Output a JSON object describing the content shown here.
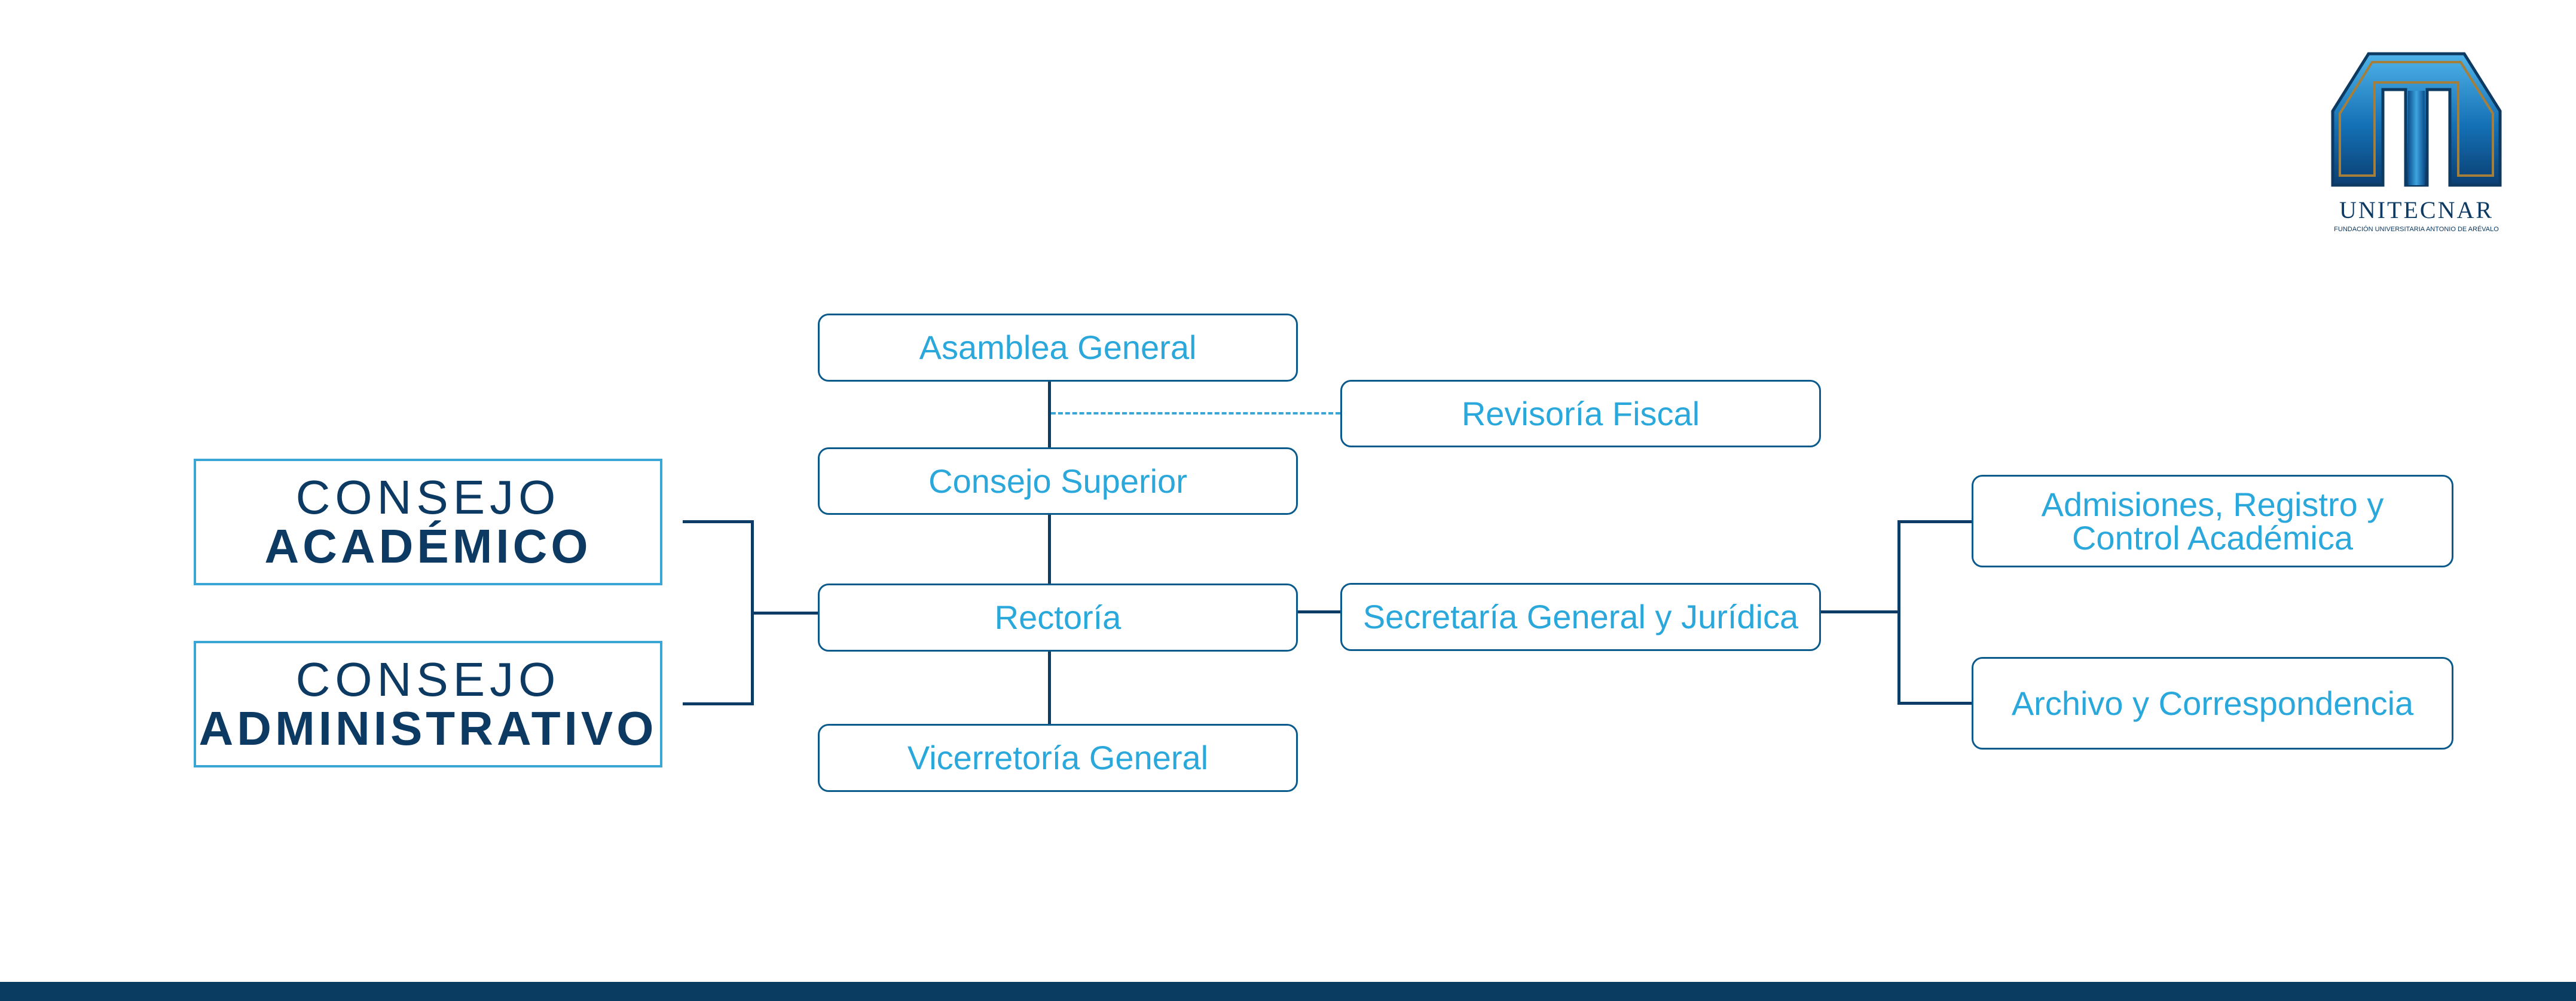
{
  "logo": {
    "name": "UNITECNAR",
    "subtitle": "FUNDACIÓN UNIVERSITARIA ANTONIO DE ARÉVALO",
    "colors": {
      "primary": "#0c3a63",
      "accent": "#1a8fd0"
    }
  },
  "councils": {
    "academico": {
      "line1": "CONSEJO",
      "line2": "ACADÉMICO"
    },
    "administrativo": {
      "line1": "CONSEJO",
      "line2": "ADMINISTRATIVO"
    }
  },
  "nodes": {
    "asamblea": "Asamblea General",
    "revisoria": "Revisoría Fiscal",
    "consejo_superior": "Consejo Superior",
    "rectoria": "Rectoría",
    "vicerrectoria": "Vicerretoría General",
    "secretaria": "Secretaría General y Jurídica",
    "admisiones": "Admisiones, Registro y\nControl Académica",
    "archivo": "Archivo y Correspondencia"
  },
  "colors": {
    "box_border": "#0a5a8c",
    "box_text": "#2aa8dc",
    "council_border": "#3aa6d6",
    "council_text": "#0c3a63",
    "connector": "#0d3c66",
    "dashed_connector": "#3aa6d6",
    "footer_bar": "#0a3c61"
  }
}
